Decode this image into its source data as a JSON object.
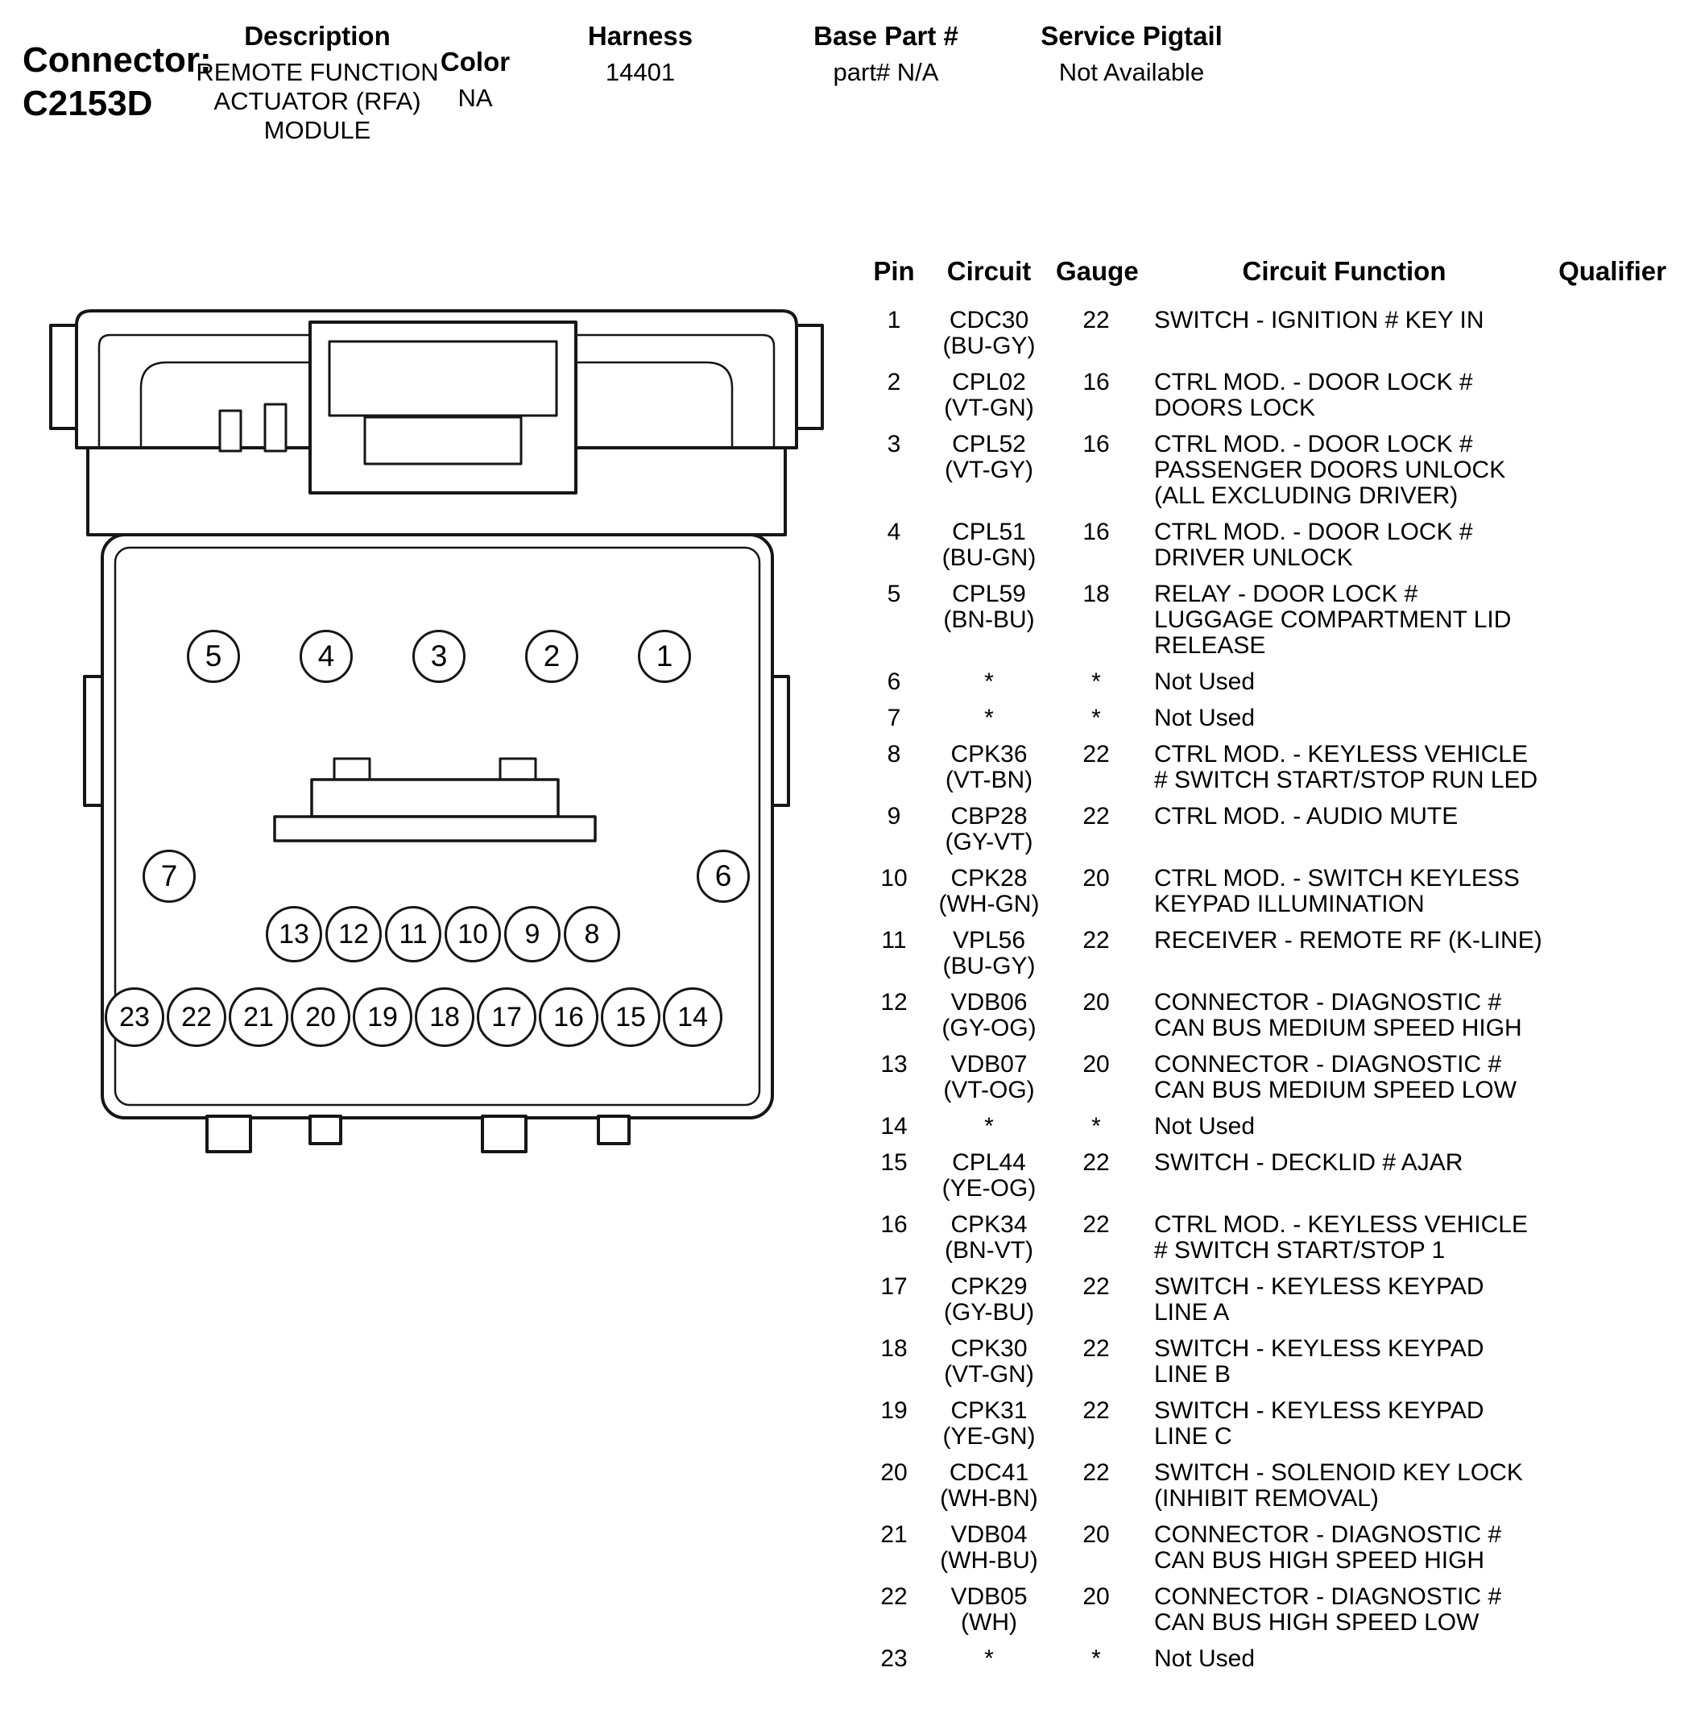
{
  "header": {
    "connector_label": "Connector:",
    "connector_id": "C2153D",
    "columns": {
      "description": {
        "label": "Description",
        "value": "REMOTE FUNCTION ACTUATOR (RFA) MODULE"
      },
      "color": {
        "label": "Color",
        "value": "NA"
      },
      "harness": {
        "label": "Harness",
        "value": "14401"
      },
      "base_part": {
        "label": "Base Part #",
        "value": "part# N/A"
      },
      "service_pigtail": {
        "label": "Service Pigtail",
        "value": "Not Available"
      }
    }
  },
  "diagram": {
    "top_row": [
      "5",
      "4",
      "3",
      "2",
      "1"
    ],
    "side_left": "7",
    "side_right": "6",
    "middle_row": [
      "13",
      "12",
      "11",
      "10",
      "9",
      "8"
    ],
    "bottom_row": [
      "23",
      "22",
      "21",
      "20",
      "19",
      "18",
      "17",
      "16",
      "15",
      "14"
    ]
  },
  "table": {
    "headers": [
      "Pin",
      "Circuit",
      "Gauge",
      "Circuit Function",
      "Qualifier"
    ],
    "rows": [
      {
        "pin": "1",
        "circuit": "CDC30",
        "color": "(BU-GY)",
        "gauge": "22",
        "func": "SWITCH - IGNITION # KEY IN",
        "qualifier": ""
      },
      {
        "pin": "2",
        "circuit": "CPL02",
        "color": "(VT-GN)",
        "gauge": "16",
        "func": "CTRL MOD. - DOOR LOCK #\nDOORS LOCK",
        "qualifier": ""
      },
      {
        "pin": "3",
        "circuit": "CPL52",
        "color": "(VT-GY)",
        "gauge": "16",
        "func": "CTRL MOD. - DOOR LOCK #\nPASSENGER DOORS UNLOCK\n(ALL EXCLUDING DRIVER)",
        "qualifier": ""
      },
      {
        "pin": "4",
        "circuit": "CPL51",
        "color": "(BU-GN)",
        "gauge": "16",
        "func": "CTRL MOD. - DOOR LOCK #\nDRIVER UNLOCK",
        "qualifier": ""
      },
      {
        "pin": "5",
        "circuit": "CPL59",
        "color": "(BN-BU)",
        "gauge": "18",
        "func": "RELAY - DOOR LOCK #\nLUGGAGE COMPARTMENT LID\nRELEASE",
        "qualifier": ""
      },
      {
        "pin": "6",
        "circuit": "*",
        "color": "",
        "gauge": "*",
        "func": "Not Used",
        "qualifier": ""
      },
      {
        "pin": "7",
        "circuit": "*",
        "color": "",
        "gauge": "*",
        "func": "Not Used",
        "qualifier": ""
      },
      {
        "pin": "8",
        "circuit": "CPK36",
        "color": "(VT-BN)",
        "gauge": "22",
        "func": "CTRL MOD. - KEYLESS VEHICLE\n# SWITCH START/STOP RUN LED",
        "qualifier": ""
      },
      {
        "pin": "9",
        "circuit": "CBP28",
        "color": "(GY-VT)",
        "gauge": "22",
        "func": "CTRL MOD. - AUDIO MUTE",
        "qualifier": ""
      },
      {
        "pin": "10",
        "circuit": "CPK28",
        "color": "(WH-GN)",
        "gauge": "20",
        "func": "CTRL MOD. - SWITCH KEYLESS\nKEYPAD ILLUMINATION",
        "qualifier": ""
      },
      {
        "pin": "11",
        "circuit": "VPL56",
        "color": "(BU-GY)",
        "gauge": "22",
        "func": "RECEIVER - REMOTE RF (K-LINE)",
        "qualifier": ""
      },
      {
        "pin": "12",
        "circuit": "VDB06",
        "color": "(GY-OG)",
        "gauge": "20",
        "func": "CONNECTOR - DIAGNOSTIC #\nCAN BUS MEDIUM SPEED HIGH",
        "qualifier": ""
      },
      {
        "pin": "13",
        "circuit": "VDB07",
        "color": "(VT-OG)",
        "gauge": "20",
        "func": "CONNECTOR - DIAGNOSTIC #\nCAN BUS MEDIUM SPEED LOW",
        "qualifier": ""
      },
      {
        "pin": "14",
        "circuit": "*",
        "color": "",
        "gauge": "*",
        "func": "Not Used",
        "qualifier": ""
      },
      {
        "pin": "15",
        "circuit": "CPL44",
        "color": "(YE-OG)",
        "gauge": "22",
        "func": "SWITCH - DECKLID # AJAR",
        "qualifier": ""
      },
      {
        "pin": "16",
        "circuit": "CPK34",
        "color": "(BN-VT)",
        "gauge": "22",
        "func": "CTRL MOD. - KEYLESS VEHICLE\n# SWITCH START/STOP 1",
        "qualifier": ""
      },
      {
        "pin": "17",
        "circuit": "CPK29",
        "color": "(GY-BU)",
        "gauge": "22",
        "func": "SWITCH - KEYLESS KEYPAD\nLINE A",
        "qualifier": ""
      },
      {
        "pin": "18",
        "circuit": "CPK30",
        "color": "(VT-GN)",
        "gauge": "22",
        "func": "SWITCH - KEYLESS KEYPAD\nLINE B",
        "qualifier": ""
      },
      {
        "pin": "19",
        "circuit": "CPK31",
        "color": "(YE-GN)",
        "gauge": "22",
        "func": "SWITCH - KEYLESS KEYPAD\nLINE C",
        "qualifier": ""
      },
      {
        "pin": "20",
        "circuit": "CDC41",
        "color": "(WH-BN)",
        "gauge": "22",
        "func": "SWITCH - SOLENOID KEY LOCK\n(INHIBIT REMOVAL)",
        "qualifier": ""
      },
      {
        "pin": "21",
        "circuit": "VDB04",
        "color": "(WH-BU)",
        "gauge": "20",
        "func": "CONNECTOR - DIAGNOSTIC #\nCAN BUS HIGH SPEED HIGH",
        "qualifier": ""
      },
      {
        "pin": "22",
        "circuit": "VDB05",
        "color": "(WH)",
        "gauge": "20",
        "func": "CONNECTOR - DIAGNOSTIC #\nCAN BUS HIGH SPEED LOW",
        "qualifier": ""
      },
      {
        "pin": "23",
        "circuit": "*",
        "color": "",
        "gauge": "*",
        "func": "Not Used",
        "qualifier": ""
      }
    ]
  }
}
